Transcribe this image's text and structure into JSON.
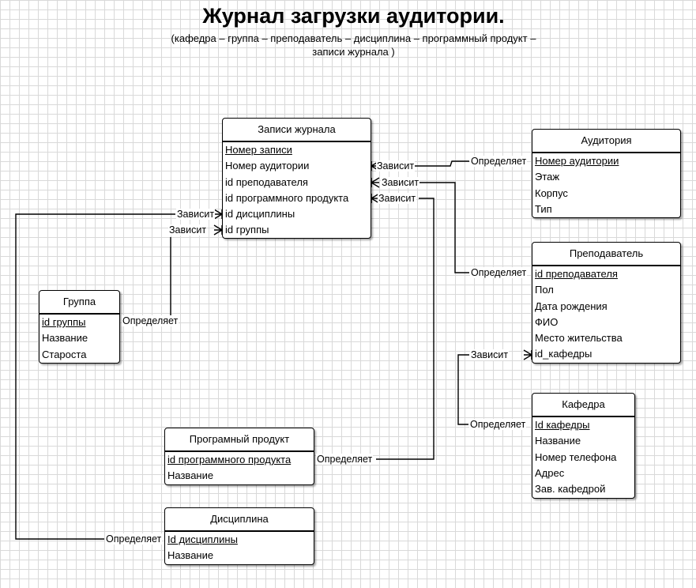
{
  "title": "Журнал загрузки аудитории.",
  "subtitle": {
    "line1": "(кафедра – группа – преподаватель – дисциплина – программный продукт –",
    "line2": "записи журнала )"
  },
  "relations": {
    "depends": "Зависит",
    "defines": "Определяет"
  },
  "entities": {
    "zapisi": {
      "name": "Записи журнала",
      "attrs": [
        "Номер записи",
        "Номер аудитории",
        "id преподавателя",
        "id программного продукта",
        "id дисциплины",
        "id группы"
      ]
    },
    "auditoriya": {
      "name": "Аудитория",
      "attrs": [
        "Номер аудитории",
        "Этаж",
        "Корпус",
        "Тип"
      ]
    },
    "prepodavatel": {
      "name": "Преподаватель",
      "attrs": [
        "id преподавателя",
        "Пол",
        "Дата рождения",
        "ФИО",
        "Место жительства",
        "id_кафедры"
      ]
    },
    "gruppa": {
      "name": "Группа",
      "attrs": [
        "id группы",
        "Название",
        "Староста"
      ]
    },
    "kafedra": {
      "name": "Кафедра",
      "attrs": [
        "Id кафедры",
        "Название",
        "Номер телефона",
        "Адрес",
        "Зав. кафедрой"
      ]
    },
    "produkt": {
      "name": "Програмный продукт",
      "attrs": [
        "id программного продукта",
        "Название"
      ]
    },
    "disciplina": {
      "name": "Дисциплина",
      "attrs": [
        "Id дисциплины",
        "Название"
      ]
    }
  }
}
